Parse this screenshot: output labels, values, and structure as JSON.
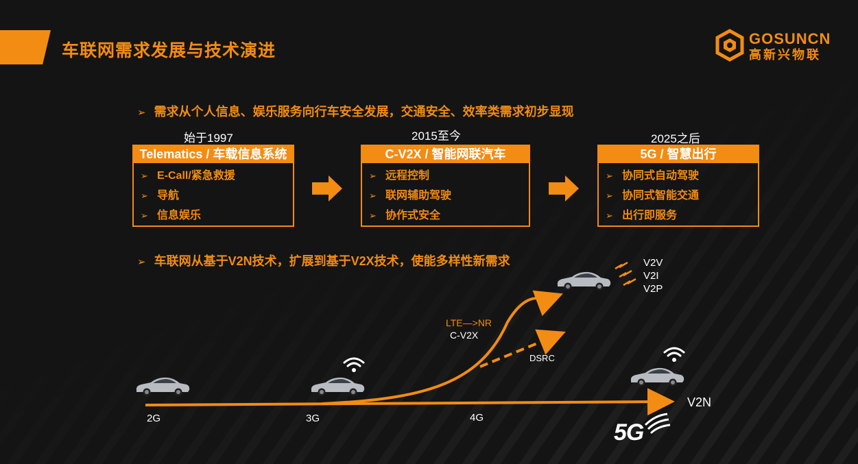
{
  "slide": {
    "title": "车联网需求发展与技术演进",
    "logo": {
      "en": "GOSUNCN",
      "cn": "高新兴物联"
    },
    "bullet1": "需求从个人信息、娱乐服务向行车安全发展，交通安全、效率类需求初步显现",
    "bullet2": "车联网从基于V2N技术，扩展到基于V2X技术，使能多样性新需求",
    "arrow_glyph": "➢"
  },
  "eras": [
    {
      "label": "始于1997",
      "header": "Telematics / 车载信息系统",
      "items": [
        "E-Call/紧急救援",
        "导航",
        "信息娱乐"
      ]
    },
    {
      "label": "2015至今",
      "header": "C-V2X / 智能网联汽车",
      "items": [
        "远程控制",
        "联网辅助驾驶",
        "协作式安全"
      ]
    },
    {
      "label": "2025之后",
      "header": "5G / 智慧出行",
      "items": [
        "协同式自动驾驶",
        "协同式智能交通",
        "出行即服务"
      ]
    }
  ],
  "timeline": {
    "generations": [
      "2G",
      "3G",
      "4G"
    ],
    "v2n_label": "V2N",
    "cv2x_evolution": "LTE—>NR",
    "cv2x_label": "C-V2X",
    "dsrc_label": "DSRC",
    "v2x_types": [
      "V2V",
      "V2I",
      "V2P"
    ],
    "fiveg_logo": "5G"
  },
  "colors": {
    "accent": "#f28c13",
    "background": "#141414",
    "text": "#ffffff"
  }
}
